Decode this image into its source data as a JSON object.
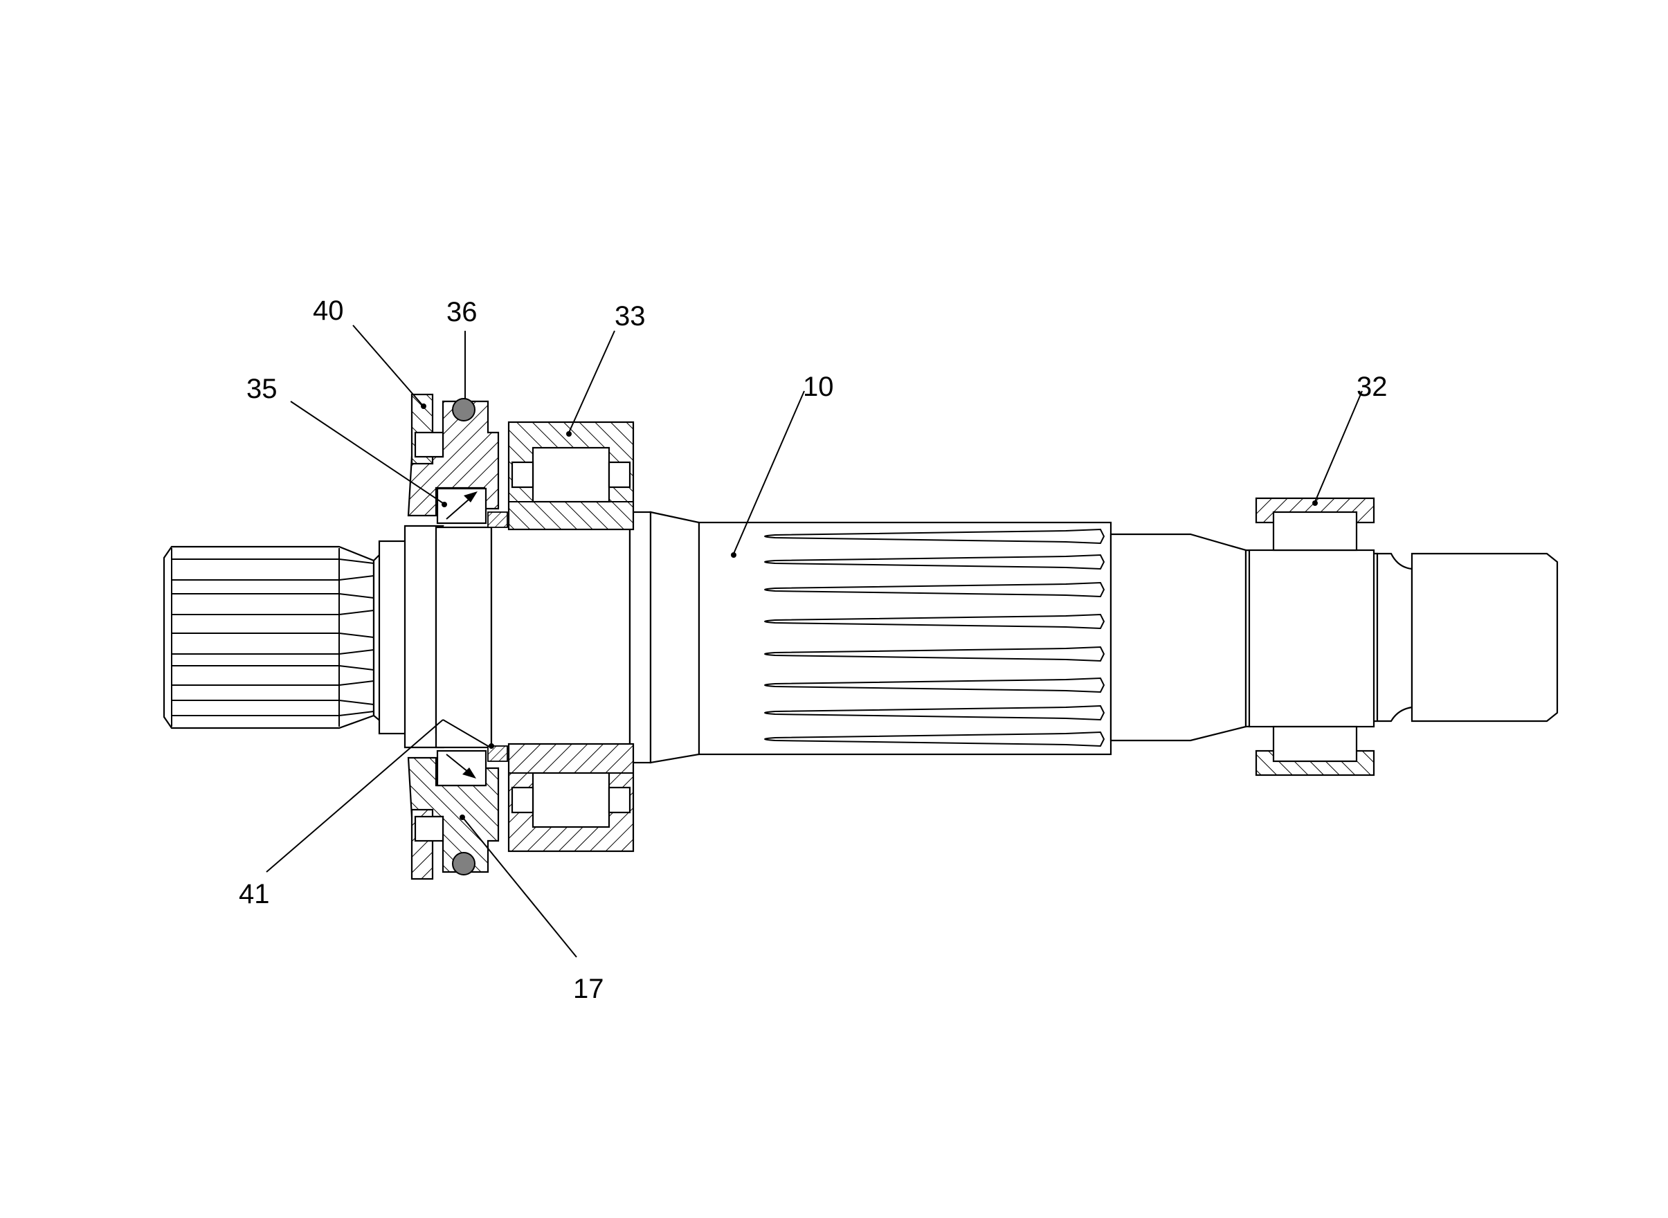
{
  "labels": {
    "l40": "40",
    "l36": "36",
    "l33": "33",
    "l35": "35",
    "l10": "10",
    "l32": "32",
    "l41": "41",
    "l17": "17"
  },
  "colors": {
    "line": "#000000",
    "seal": "#808080",
    "background": "#ffffff"
  }
}
